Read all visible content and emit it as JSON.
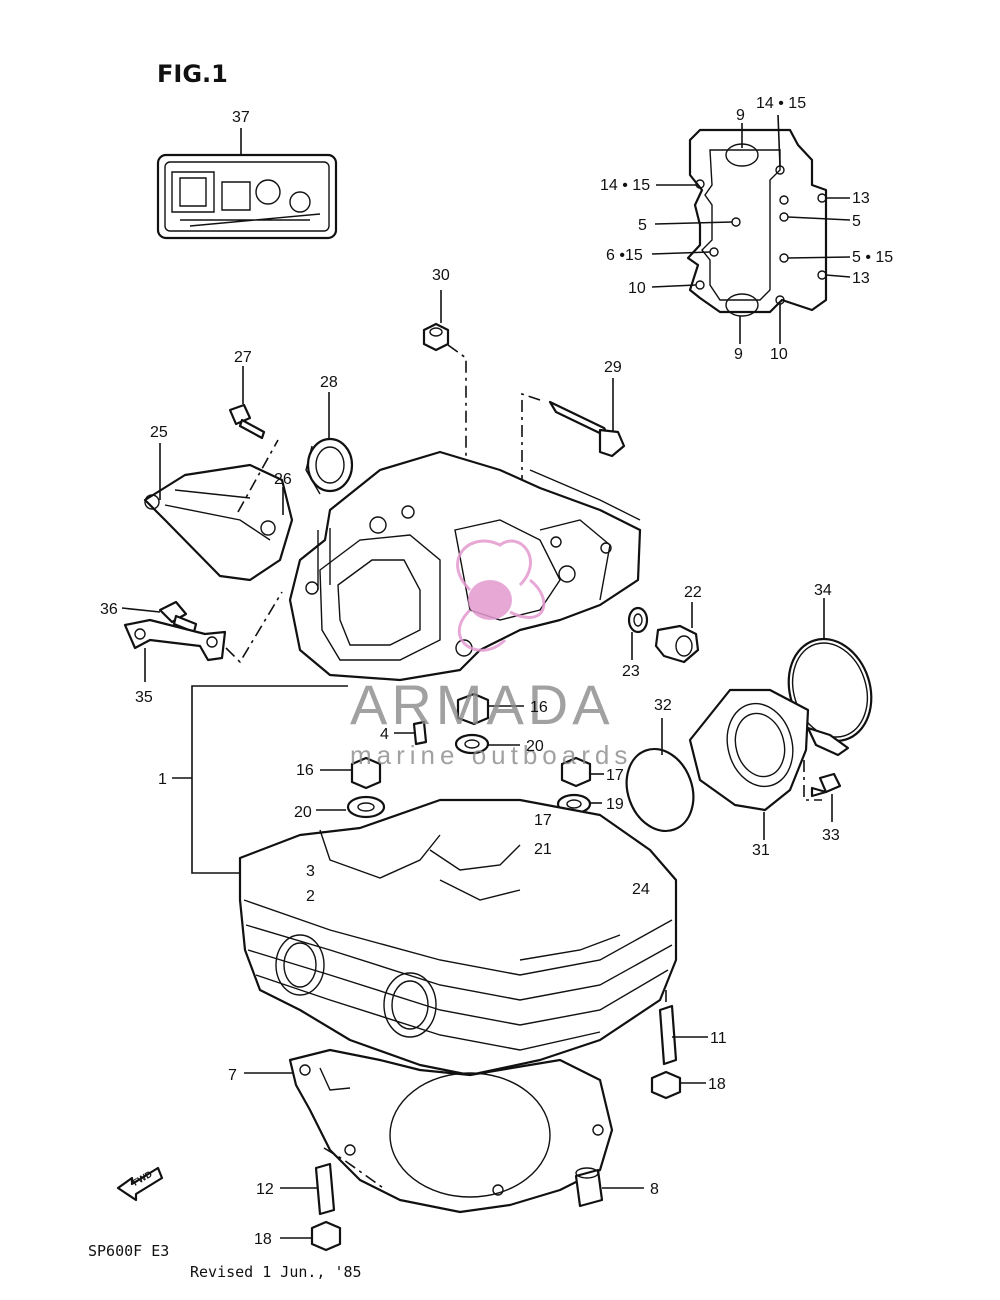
{
  "figure_title": "FIG.1",
  "model_code": "SP600F E3",
  "revision_note": "Revised 1 Jun., '85",
  "fwd_arrow_text": "FWD",
  "watermark": {
    "brand": "ARMADA",
    "tagline": "marine outboards",
    "color": "#e39ad0"
  },
  "part_labels": {
    "p1": "1",
    "p2": "2",
    "p3": "3",
    "p4": "4",
    "p5a": "5",
    "p5b": "5",
    "p5c": "5 • 15",
    "p6": "6 •15",
    "p7": "7",
    "p8": "8",
    "p9a": "9",
    "p9b": "9",
    "p10a": "10",
    "p10b": "10",
    "p11": "11",
    "p12": "12",
    "p13a": "13",
    "p13b": "13",
    "p14a": "14 • 15",
    "p14b": "14 • 15",
    "p16a": "16",
    "p16b": "16",
    "p17a": "17",
    "p17b": "17",
    "p18a": "18",
    "p18b": "18",
    "p19": "19",
    "p20a": "20",
    "p20b": "20",
    "p21": "21",
    "p22": "22",
    "p23": "23",
    "p24": "24",
    "p25": "25",
    "p26": "26",
    "p27": "27",
    "p28": "28",
    "p29": "29",
    "p30": "30",
    "p31": "31",
    "p32": "32",
    "p33": "33",
    "p34": "34",
    "p35": "35",
    "p36": "36",
    "p37": "37"
  }
}
